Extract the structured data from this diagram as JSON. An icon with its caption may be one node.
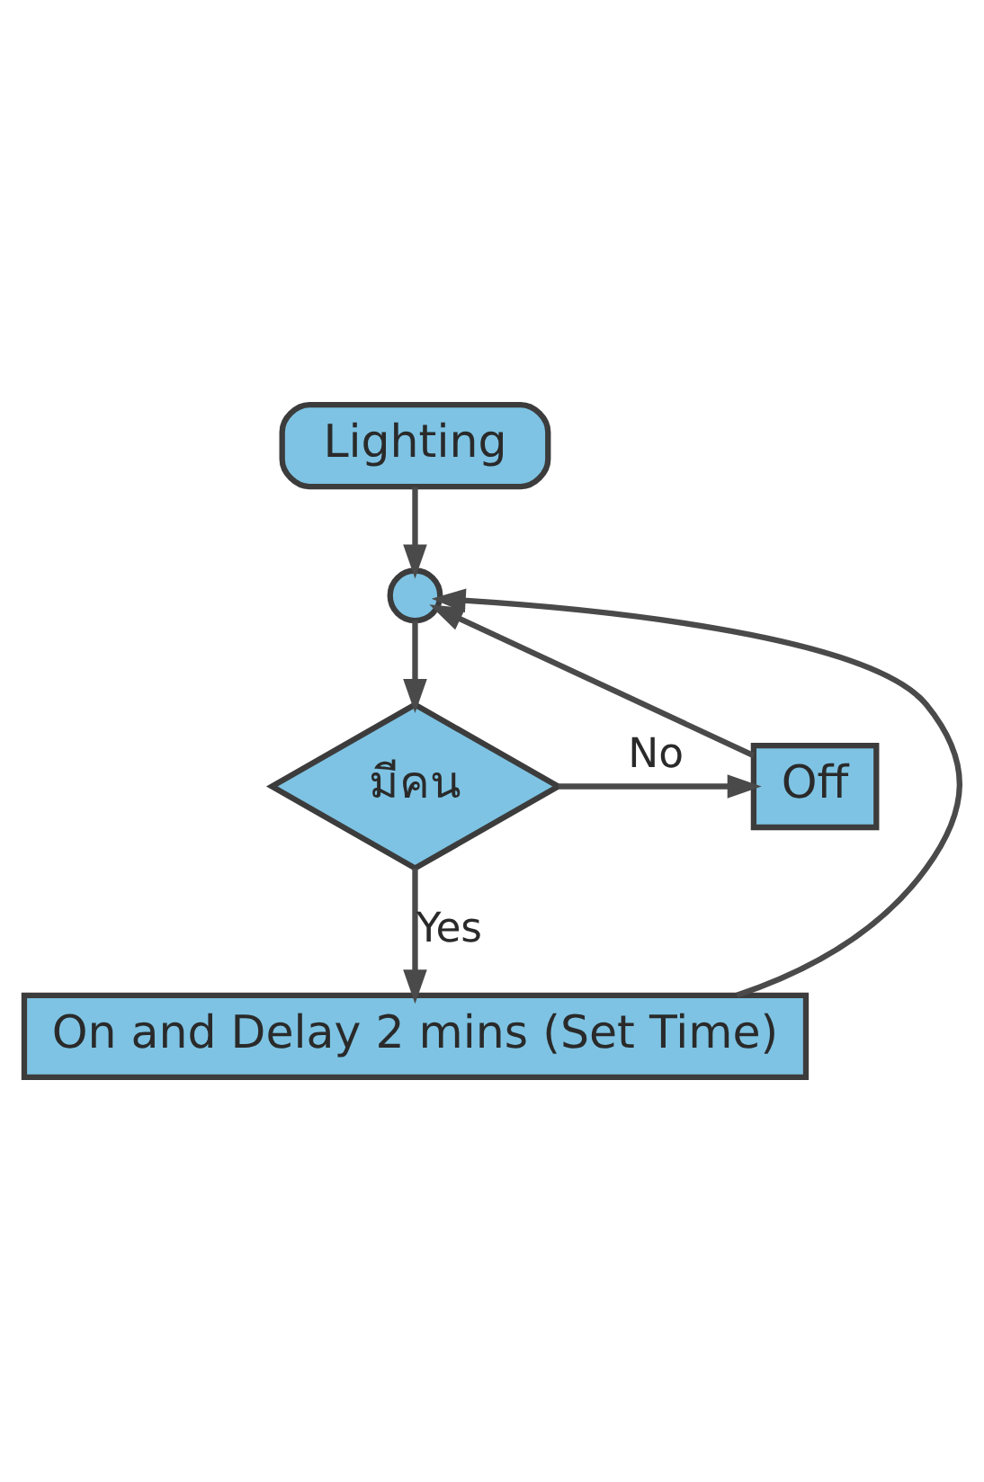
{
  "diagram": {
    "nodes": [
      {
        "text": [
          "Lighting"
        ]
      },
      {
        "text": [],
        "shape": "circle"
      },
      {
        "text": [
          "มีคน"
        ]
      },
      {
        "text": [
          "Off"
        ]
      },
      {
        "text": [
          "On and Delay 2 mins (Set Time)"
        ]
      }
    ],
    "edges": [
      {
        "from": 0,
        "to": 1,
        "arrow": "to"
      },
      {
        "from": 1,
        "to": 2,
        "arrow": "to"
      },
      {
        "from": 2,
        "to": 3,
        "arrow": "to",
        "label": "No"
      },
      {
        "from": 2,
        "to": 4,
        "arrow": "to",
        "label": "Yes"
      },
      {
        "from": 3,
        "to": 1,
        "arrow": "to"
      },
      {
        "from": 4,
        "to": 1,
        "arrow": "to"
      }
    ]
  }
}
